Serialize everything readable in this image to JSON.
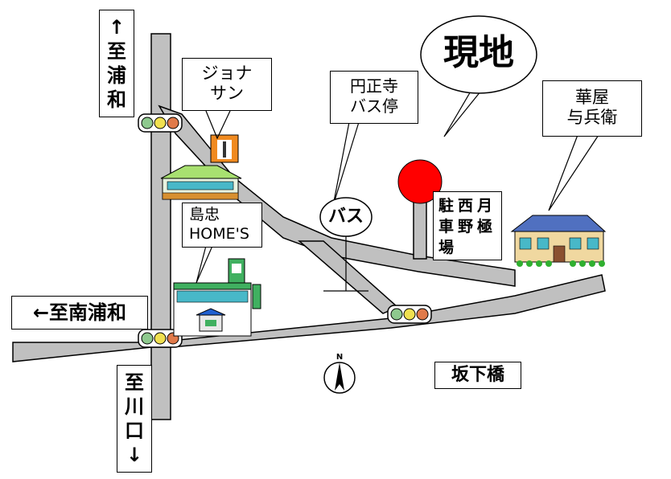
{
  "labels": {
    "to_urawa": [
      "↑",
      "至",
      "浦",
      "和"
    ],
    "to_minami_urawa": "←至南浦和",
    "to_kawaguchi": [
      "至",
      "川",
      "口",
      "↓"
    ],
    "jonathan": [
      "ジョナ",
      "サン"
    ],
    "shimachu": [
      "島忠",
      "HOME'S"
    ],
    "bus_stop": [
      "円正寺",
      "バス停"
    ],
    "bus": "バス",
    "genchi": "現地",
    "hanaya": [
      "華屋",
      "与兵衛"
    ],
    "parking": [
      "駐",
      "車",
      "場",
      "西",
      "野",
      "月",
      "極"
    ],
    "sakashita": "坂下橋",
    "north": "N"
  },
  "colors": {
    "road": "#c0c0c0",
    "marker": "#ff0000",
    "signal_green": "#8ec98e",
    "signal_yellow": "#f0e050",
    "signal_red": "#e07a4a"
  }
}
